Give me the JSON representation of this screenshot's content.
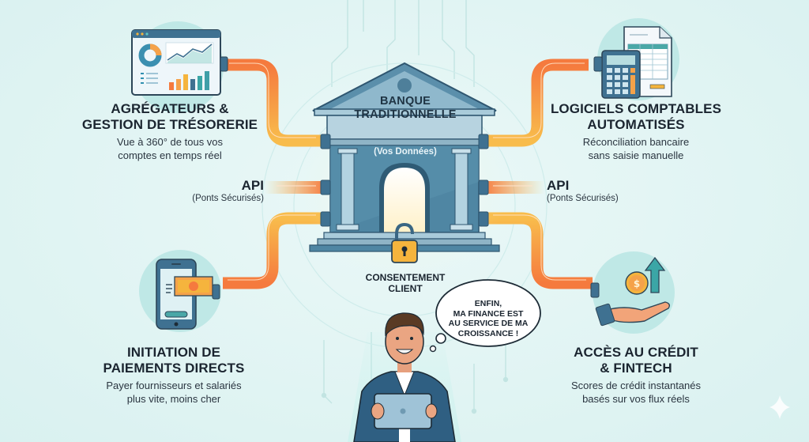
{
  "center": {
    "title_line1": "BANQUE",
    "title_line2": "TRADITIONNELLE",
    "subtitle": "(Vos Données)",
    "consent_line1": "CONSENTEMENT",
    "consent_line2": "CLIENT"
  },
  "api_left": {
    "title": "API",
    "subtitle": "(Ponts Sécurisés)"
  },
  "api_right": {
    "title": "API",
    "subtitle": "(Ponts Sécurisés)"
  },
  "nodes": [
    {
      "id": "aggregators",
      "icon": "dashboard-icon",
      "title_line1": "AGRÉGATEURS &",
      "title_line2": "GESTION DE TRÉSORERIE",
      "desc_line1": "Vue à 360° de tous vos",
      "desc_line2": "comptes en temps réel"
    },
    {
      "id": "accounting",
      "icon": "calculator-spreadsheet-icon",
      "title_line1": "LOGICIELS COMPTABLES",
      "title_line2": "AUTOMATISÉS",
      "desc_line1": "Réconciliation bancaire",
      "desc_line2": "sans saisie manuelle"
    },
    {
      "id": "payments",
      "icon": "phone-payment-icon",
      "title_line1": "INITIATION DE",
      "title_line2": "PAIEMENTS DIRECTS",
      "desc_line1": "Payer fournisseurs et salariés",
      "desc_line2": "plus vite, moins cher"
    },
    {
      "id": "credit",
      "icon": "hand-coin-growth-icon",
      "title_line1": "ACCÈS AU CRÉDIT",
      "title_line2": "& FINTECH",
      "desc_line1": "Scores de crédit instantanés",
      "desc_line2": "basés sur vos flux réels"
    }
  ],
  "speech_bubble": {
    "line1": "ENFIN,",
    "line2": "MA FINANCE EST",
    "line3": "AU SERVICE DE MA",
    "line4": "CROISSANCE !"
  },
  "colors": {
    "background": "#e3f5f4",
    "bank": "#4f86a3",
    "bank_light": "#a9cbda",
    "pipe_orange": "#f57b3f",
    "pipe_yellow": "#f8b84a",
    "teal_circle": "#b7e6e4",
    "text_dark": "#1b2530",
    "lock": "#f5b43d"
  }
}
